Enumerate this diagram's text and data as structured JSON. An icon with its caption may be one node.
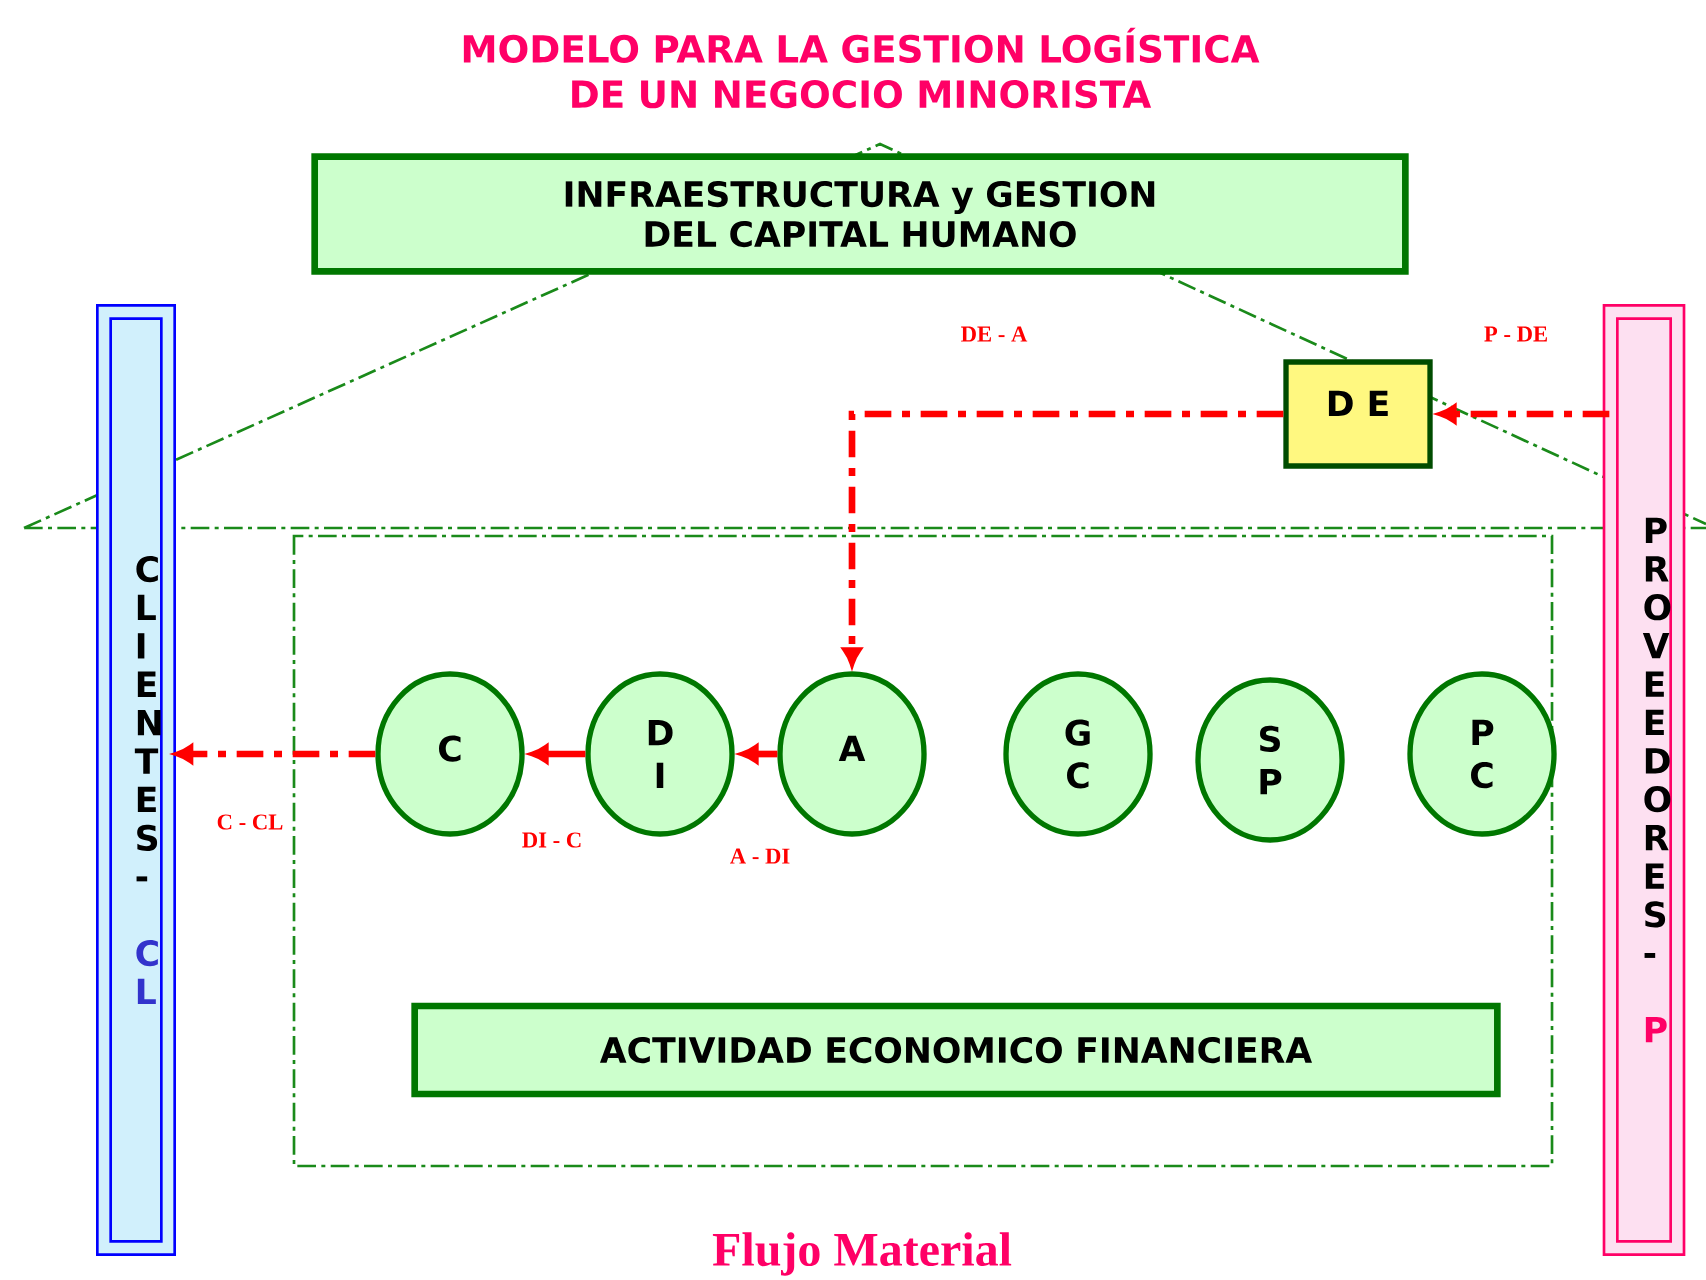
{
  "diagram": {
    "title": "MODELO PARA LA GESTION LOGÍSTICA DE UN NEGOCIO MINORISTA",
    "caption": "Flujo Material",
    "nodes": [
      {
        "text": [
          "INFRAESTRUCTURA y GESTION DEL CAPITAL HUMANO"
        ]
      },
      {
        "text": [
          "CLIENTES -",
          "CL"
        ]
      },
      {
        "text": [
          "PROVEEDORES -",
          "P"
        ]
      },
      {
        "text": [
          "D E"
        ]
      },
      {
        "text": [
          "C"
        ]
      },
      {
        "text": [
          "D I"
        ]
      },
      {
        "text": [
          "A"
        ]
      },
      {
        "text": [
          "G C"
        ]
      },
      {
        "text": [
          "S P"
        ]
      },
      {
        "text": [
          "P C"
        ]
      },
      {
        "text": [
          "ACTIVIDAD ECONOMICO FINANCIERA"
        ]
      }
    ],
    "edges": [
      {
        "from": 2,
        "to": 3,
        "arrow": "to",
        "label": "P - DE",
        "style": "dashed"
      },
      {
        "from": 3,
        "to": 6,
        "arrow": "to",
        "label": "DE - A",
        "style": "dashed"
      },
      {
        "from": 6,
        "to": 5,
        "arrow": "to",
        "label": "A - DI"
      },
      {
        "from": 5,
        "to": 4,
        "arrow": "to",
        "label": "DI - C"
      },
      {
        "from": 4,
        "to": 1,
        "arrow": "to",
        "label": "C - CL",
        "style": "dashed"
      }
    ]
  }
}
